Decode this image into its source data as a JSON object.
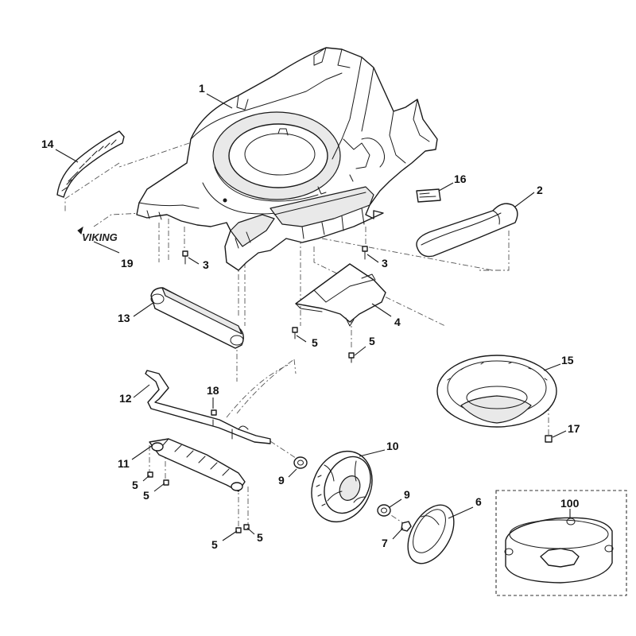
{
  "diagram": {
    "brand_logo": "VIKING",
    "callouts": [
      {
        "id": "c1",
        "label": "1"
      },
      {
        "id": "c2",
        "label": "2"
      },
      {
        "id": "c3a",
        "label": "3"
      },
      {
        "id": "c3b",
        "label": "3"
      },
      {
        "id": "c4",
        "label": "4"
      },
      {
        "id": "c5a",
        "label": "5"
      },
      {
        "id": "c5b",
        "label": "5"
      },
      {
        "id": "c5c",
        "label": "5"
      },
      {
        "id": "c5d",
        "label": "5"
      },
      {
        "id": "c5e",
        "label": "5"
      },
      {
        "id": "c5f",
        "label": "5"
      },
      {
        "id": "c6",
        "label": "6"
      },
      {
        "id": "c7",
        "label": "7"
      },
      {
        "id": "c9a",
        "label": "9"
      },
      {
        "id": "c9b",
        "label": "9"
      },
      {
        "id": "c10",
        "label": "10"
      },
      {
        "id": "c11",
        "label": "11"
      },
      {
        "id": "c12",
        "label": "12"
      },
      {
        "id": "c13",
        "label": "13"
      },
      {
        "id": "c14",
        "label": "14"
      },
      {
        "id": "c15",
        "label": "15"
      },
      {
        "id": "c16",
        "label": "16"
      },
      {
        "id": "c17",
        "label": "17"
      },
      {
        "id": "c18",
        "label": "18"
      },
      {
        "id": "c19",
        "label": "19"
      },
      {
        "id": "c100",
        "label": "100"
      }
    ]
  }
}
